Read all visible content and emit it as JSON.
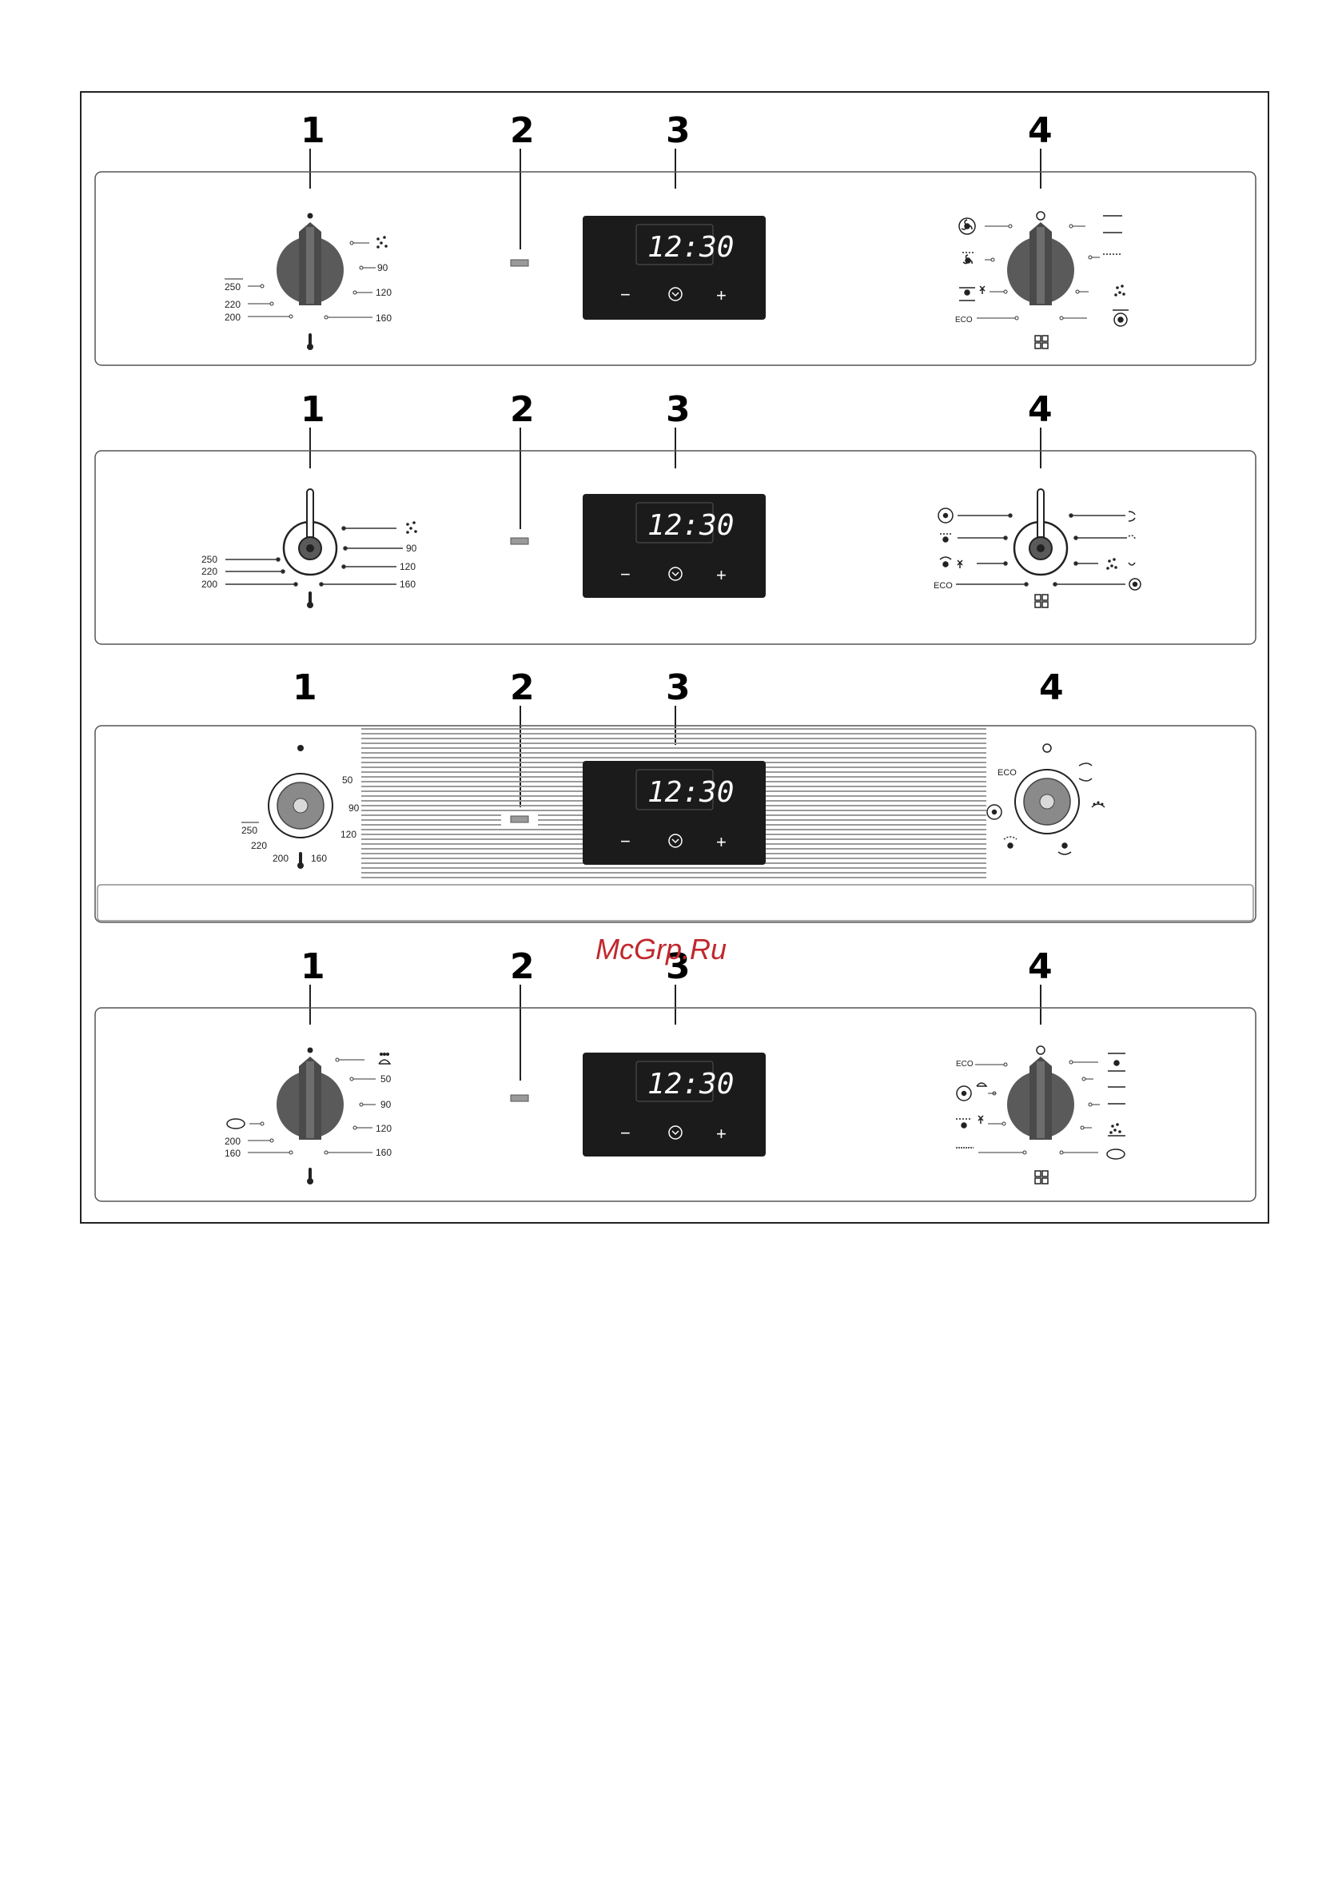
{
  "watermark": "McGrp.Ru",
  "display_time": "12:30",
  "controls": {
    "minus": "−",
    "plus": "+"
  },
  "panels": [
    {
      "callouts": [
        "1",
        "2",
        "3",
        "4"
      ],
      "temp_scale": [
        "90",
        "120",
        "160",
        "200",
        "220",
        "250"
      ]
    },
    {
      "callouts": [
        "1",
        "2",
        "3",
        "4"
      ],
      "temp_scale": [
        "90",
        "120",
        "160",
        "200",
        "220",
        "250"
      ],
      "function_labels": [
        "ECO"
      ]
    },
    {
      "callouts": [
        "1",
        "2",
        "3",
        "4"
      ],
      "temp_scale": [
        "50",
        "90",
        "120",
        "160",
        "200",
        "220",
        "250"
      ],
      "function_labels": [
        "ECO"
      ]
    },
    {
      "callouts": [
        "1",
        "2",
        "3",
        "4"
      ],
      "temp_scale": [
        "50",
        "90",
        "120",
        "160",
        "200",
        "220"
      ],
      "function_labels": [
        "ECO"
      ]
    }
  ],
  "panel1_eco": "ECO",
  "colors": {
    "knob": "#5a5a5a",
    "display_bg": "#1b1b1b",
    "panel_border": "#555555",
    "grille": "#9a9a9a",
    "watermark": "#c0282d"
  }
}
